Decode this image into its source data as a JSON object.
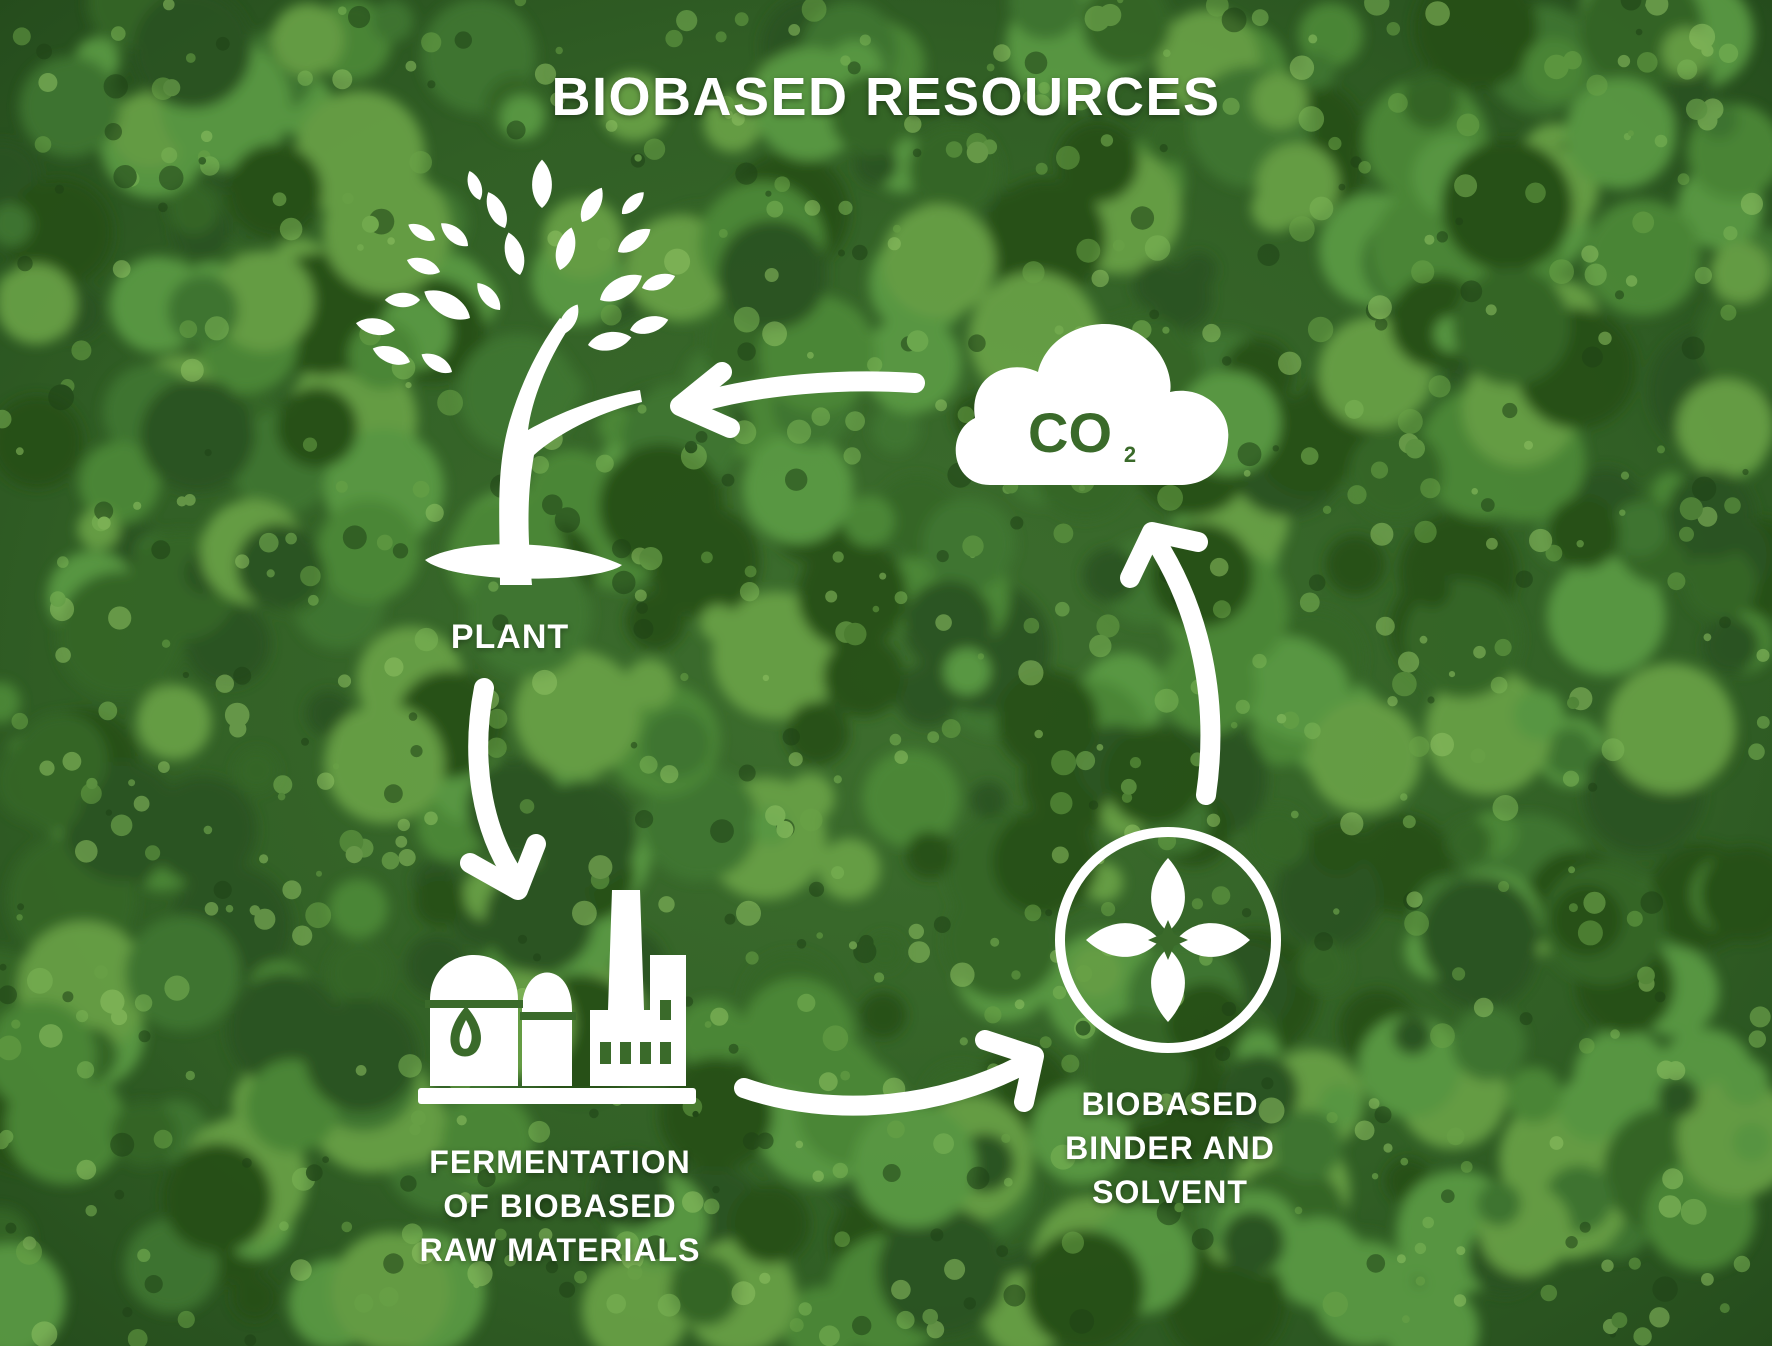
{
  "title": "BIOBASED RESOURCES",
  "nodes": {
    "plant": {
      "label": "PLANT",
      "icon": "tree-icon"
    },
    "co2": {
      "label": "CO",
      "subscript": "2",
      "icon": "co2-cloud-icon"
    },
    "fermentation": {
      "label_lines": [
        "FERMENTATION",
        "OF BIOBASED",
        "RAW MATERIALS"
      ],
      "icon": "factory-icon"
    },
    "binder": {
      "label_lines": [
        "BIOBASED",
        "BINDER AND",
        "SOLVENT"
      ],
      "icon": "leaf-circle-icon"
    }
  },
  "edges": [
    {
      "from": "co2",
      "to": "plant"
    },
    {
      "from": "plant",
      "to": "fermentation"
    },
    {
      "from": "fermentation",
      "to": "binder"
    },
    {
      "from": "binder",
      "to": "co2"
    }
  ],
  "colors": {
    "foreground": "#ffffff",
    "forest_dark": "#244a1c",
    "forest_light": "#6aa347"
  }
}
